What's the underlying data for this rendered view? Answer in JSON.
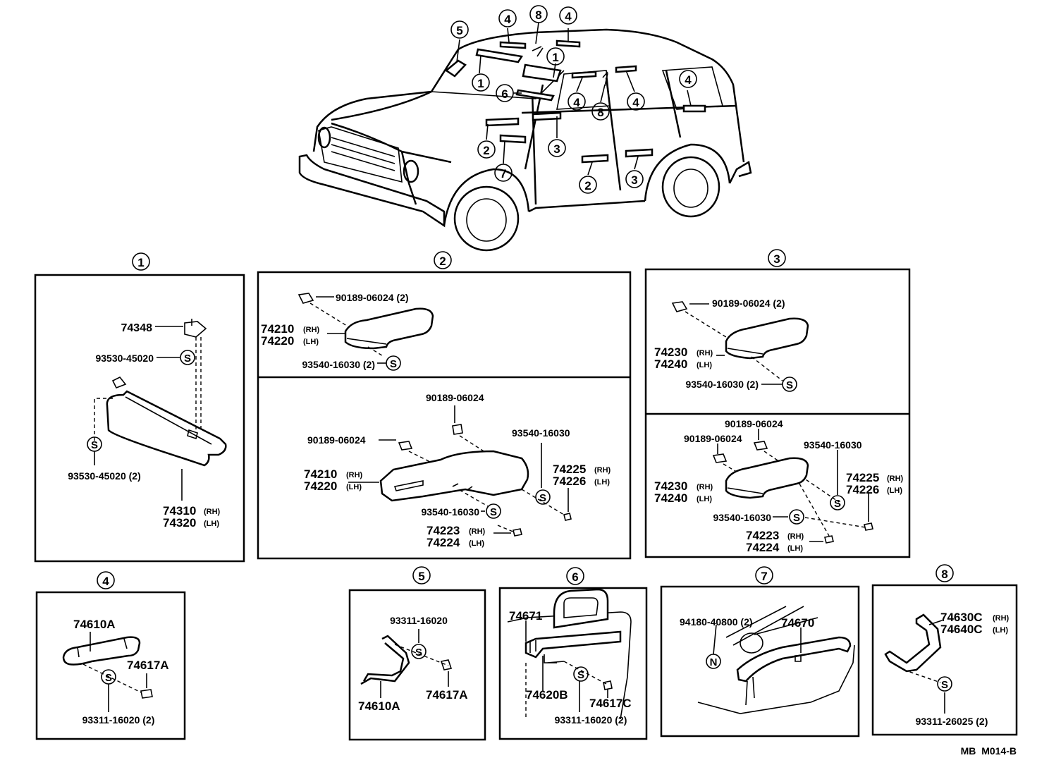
{
  "callouts": {
    "n1": "1",
    "n2": "2",
    "n3": "3",
    "n4": "4",
    "n5": "5",
    "n6": "6",
    "n7": "7",
    "n8": "8"
  },
  "panel1": {
    "p74348": "74348",
    "p93530a": "93530-45020",
    "p93530b": "93530-45020 (2)",
    "p74310": "74310",
    "p74320": "74320",
    "rh": "(RH)",
    "lh": "(LH)"
  },
  "panel2": {
    "p90189a": "90189-06024 (2)",
    "p74210a": "74210",
    "p74220a": "74220",
    "p93540a": "93540-16030 (2)",
    "p90189b": "90189-06024",
    "p90189c": "90189-06024",
    "p93540b": "93540-16030",
    "p74210b": "74210",
    "p74220b": "74220",
    "p74225": "74225",
    "p74226": "74226",
    "p93540c": "93540-16030",
    "p74223": "74223",
    "p74224": "74224",
    "rh": "(RH)",
    "lh": "(LH)"
  },
  "panel3": {
    "p90189a": "90189-06024 (2)",
    "p74230a": "74230",
    "p74240a": "74240",
    "p93540a": "93540-16030 (2)",
    "p90189b": "90189-06024",
    "p90189c": "90189-06024",
    "p93540b": "93540-16030",
    "p74230b": "74230",
    "p74240b": "74240",
    "p74225": "74225",
    "p74226": "74226",
    "p93540c": "93540-16030",
    "p74223": "74223",
    "p74224": "74224",
    "rh": "(RH)",
    "lh": "(LH)"
  },
  "panel4": {
    "p74610A": "74610A",
    "p74617A": "74617A",
    "p93311": "93311-16020 (2)"
  },
  "panel5": {
    "p93311": "93311-16020",
    "p74610A": "74610A",
    "p74617A": "74617A"
  },
  "panel6": {
    "p74671": "74671",
    "p74620B": "74620B",
    "p74617C": "74617C",
    "p93311": "93311-16020 (2)"
  },
  "panel7": {
    "p94180": "94180-40800 (2)",
    "p74670": "74670"
  },
  "panel8": {
    "p74630C": "74630C",
    "p74640C": "74640C",
    "p93311": "93311-26025 (2)",
    "rh": "(RH)",
    "lh": "(LH)"
  },
  "symbols": {
    "s": "S",
    "n": "N"
  },
  "footer": {
    "code": "MB  M014-B"
  }
}
